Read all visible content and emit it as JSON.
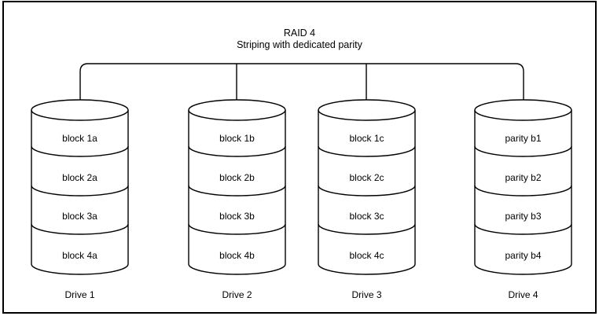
{
  "diagram": {
    "title": "RAID 4",
    "subtitle": "Striping with dedicated parity",
    "drives": [
      {
        "label": "Drive 1",
        "blocks": [
          "block 1a",
          "block 2a",
          "block 3a",
          "block 4a"
        ]
      },
      {
        "label": "Drive 2",
        "blocks": [
          "block 1b",
          "block 2b",
          "block 3b",
          "block 4b"
        ]
      },
      {
        "label": "Drive 3",
        "blocks": [
          "block 1c",
          "block 2c",
          "block 3c",
          "block 4c"
        ]
      },
      {
        "label": "Drive 4",
        "blocks": [
          "parity b1",
          "parity b2",
          "parity b3",
          "parity b4"
        ]
      }
    ],
    "colors": {
      "stroke": "#000000",
      "background": "#ffffff",
      "text": "#000000"
    }
  }
}
